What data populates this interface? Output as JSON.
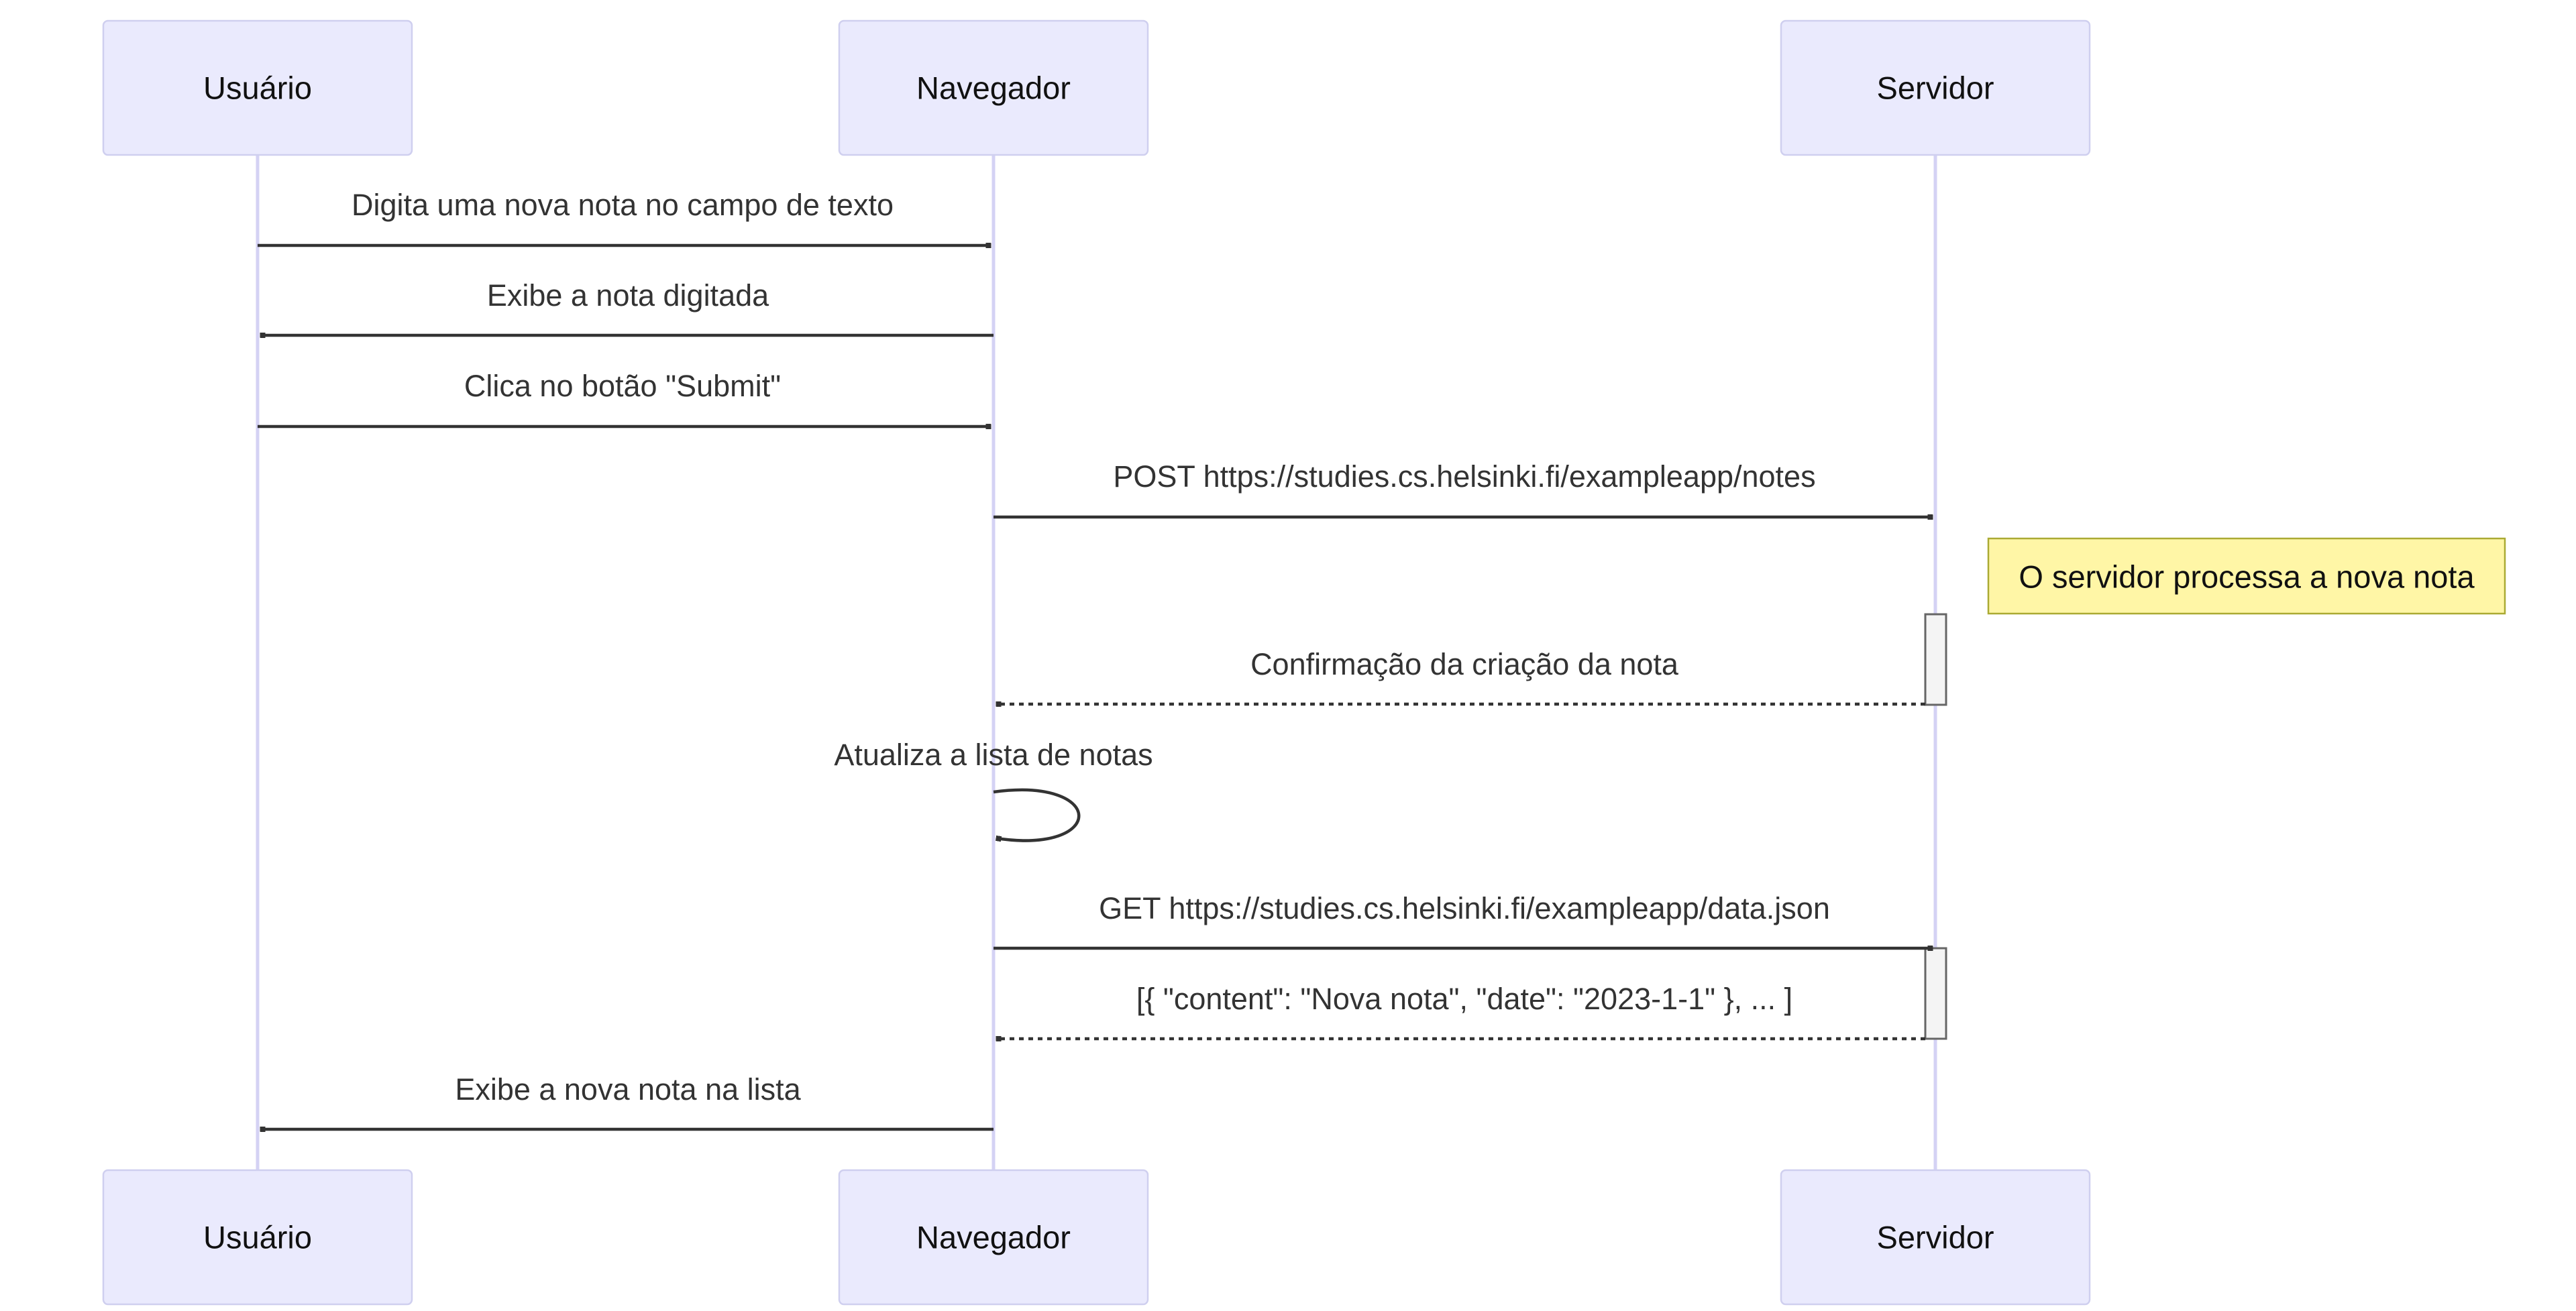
{
  "participants": {
    "usuario": "Usuário",
    "navegador": "Navegador",
    "servidor": "Servidor"
  },
  "messages": [
    {
      "from": "usuario",
      "to": "navegador",
      "text": "Digita uma nova nota no campo de texto",
      "style": "solid"
    },
    {
      "from": "navegador",
      "to": "usuario",
      "text": "Exibe a nota digitada",
      "style": "solid"
    },
    {
      "from": "usuario",
      "to": "navegador",
      "text": "Clica no botão \"Submit\"",
      "style": "solid"
    },
    {
      "from": "navegador",
      "to": "servidor",
      "text": "POST https://studies.cs.helsinki.fi/exampleapp/notes",
      "style": "solid"
    },
    {
      "from": "servidor",
      "to": "navegador",
      "text": "Confirmação da criação da nota",
      "style": "dashed"
    },
    {
      "from": "navegador",
      "to": "navegador",
      "text": "Atualiza a lista de notas",
      "style": "self"
    },
    {
      "from": "navegador",
      "to": "servidor",
      "text": "GET https://studies.cs.helsinki.fi/exampleapp/data.json",
      "style": "solid"
    },
    {
      "from": "servidor",
      "to": "navegador",
      "text": "[{ \"content\": \"Nova nota\", \"date\": \"2023-1-1\" }, ... ]",
      "style": "dashed"
    },
    {
      "from": "navegador",
      "to": "usuario",
      "text": "Exibe a nova nota na lista",
      "style": "solid"
    }
  ],
  "note": {
    "over": "servidor",
    "text": "O servidor processa a nova nota"
  },
  "colors": {
    "actor_fill": "#eaeafd",
    "actor_border": "#cfcfef",
    "lifeline": "#d4d2f4",
    "arrow": "#333333",
    "note_fill": "#fff6a6",
    "note_border": "#aaaa33",
    "activation_fill": "#f4f4f4"
  }
}
